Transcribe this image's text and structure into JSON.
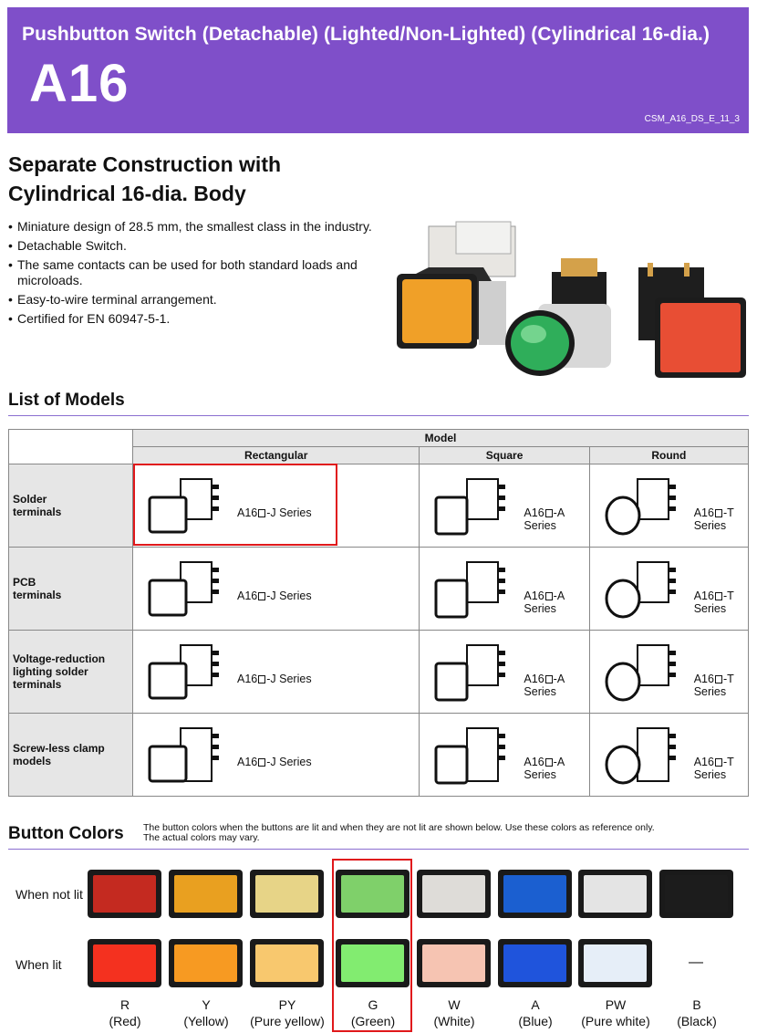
{
  "header": {
    "subtitle": "Pushbutton Switch (Detachable) (Lighted/Non-Lighted) (Cylindrical 16-dia.)",
    "model_code": "A16",
    "doc_id": "CSM_A16_DS_E_11_3",
    "background_color": "#7f4fc9"
  },
  "intro": {
    "heading_line1": "Separate Construction with",
    "heading_line2": "Cylindrical 16-dia. Body",
    "features": [
      "Miniature design of 28.5 mm, the smallest class in the industry.",
      "Detachable Switch.",
      "The same contacts can be used for both standard loads and microloads.",
      "Easy-to-wire terminal arrangement.",
      "Certified for EN 60947-5-1."
    ]
  },
  "models": {
    "title": "List of Models",
    "group_header": "Model",
    "columns": [
      "Rectangular",
      "Square",
      "Round"
    ],
    "series_prefix": "A16",
    "series_suffixes": [
      "-J Series",
      "-A Series",
      "-T Series"
    ],
    "rows": [
      {
        "label_lines": [
          "Solder",
          "terminals"
        ]
      },
      {
        "label_lines": [
          "PCB",
          "terminals"
        ]
      },
      {
        "label_lines": [
          "Voltage-reduction",
          "lighting solder",
          "terminals"
        ]
      },
      {
        "label_lines": [
          "Screw-less clamp",
          "models"
        ]
      }
    ]
  },
  "button_colors": {
    "title": "Button Colors",
    "note_line1": "The button colors when the buttons are lit and when they are not lit are shown below. Use these colors as reference only.",
    "note_line2": "The actual colors may vary.",
    "not_lit_label": "When not lit",
    "lit_label": "When lit",
    "no_lit_mark": "—",
    "colors": [
      {
        "code": "R",
        "name": "(Red)",
        "not_lit": "#c42a20",
        "lit": "#f4311f"
      },
      {
        "code": "Y",
        "name": "(Yellow)",
        "not_lit": "#e9a020",
        "lit": "#f79a22"
      },
      {
        "code": "PY",
        "name": "(Pure yellow)",
        "not_lit": "#e7d487",
        "lit": "#f8c86e"
      },
      {
        "code": "G",
        "name": "(Green)",
        "not_lit": "#7fd06a",
        "lit": "#82ec70"
      },
      {
        "code": "W",
        "name": "(White)",
        "not_lit": "#dedcd8",
        "lit": "#f6c4b2"
      },
      {
        "code": "A",
        "name": "(Blue)",
        "not_lit": "#1b5fd0",
        "lit": "#1f54dc"
      },
      {
        "code": "PW",
        "name": "(Pure white)",
        "not_lit": "#e4e4e4",
        "lit": "#e6eef8"
      },
      {
        "code": "B",
        "name": "(Black)",
        "not_lit": "#1c1c1c",
        "lit": null
      }
    ]
  }
}
